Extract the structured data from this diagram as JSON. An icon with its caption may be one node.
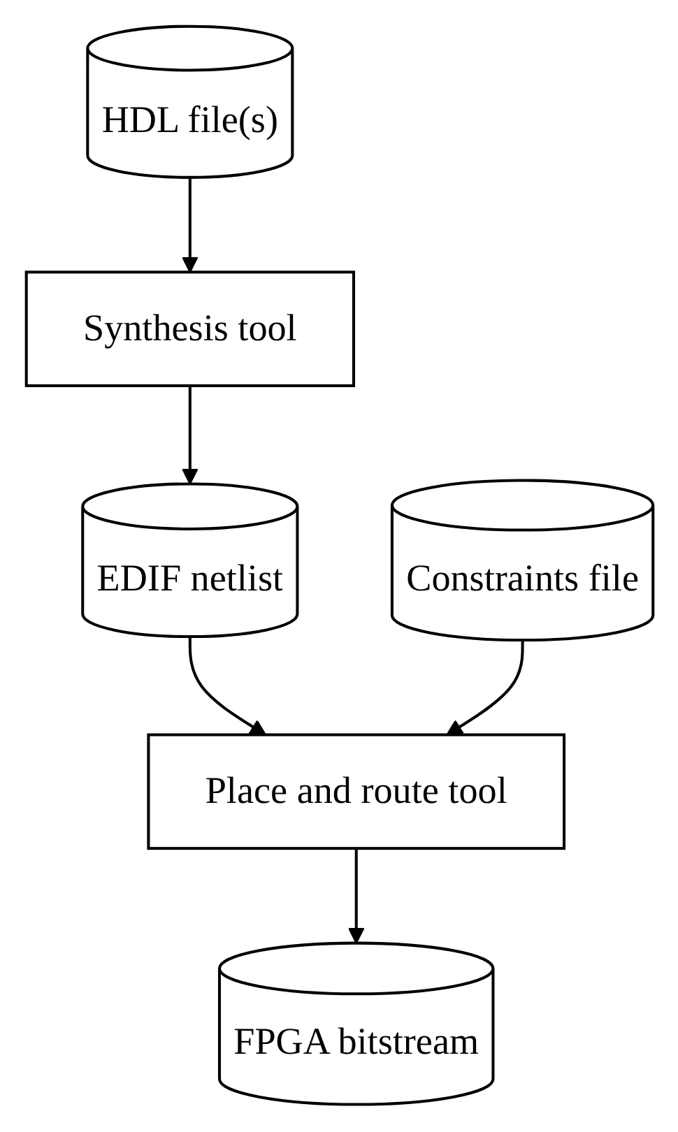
{
  "diagram": {
    "nodes": [
      {
        "text": [
          "HDL file(s)"
        ]
      },
      {
        "text": [
          "Synthesis tool"
        ]
      },
      {
        "text": [
          "EDIF netlist"
        ]
      },
      {
        "text": [
          "Place and route tool"
        ]
      },
      {
        "text": [
          "Constraints file"
        ]
      },
      {
        "text": [
          "FPGA bitstream"
        ]
      }
    ],
    "edges": [
      {
        "from": 0,
        "to": 1,
        "arrow": "to"
      },
      {
        "from": 1,
        "to": 2,
        "arrow": "to"
      },
      {
        "from": 2,
        "to": 3,
        "arrow": "to"
      },
      {
        "from": 4,
        "to": 3,
        "arrow": "to"
      },
      {
        "from": 3,
        "to": 5,
        "arrow": "to"
      }
    ]
  }
}
